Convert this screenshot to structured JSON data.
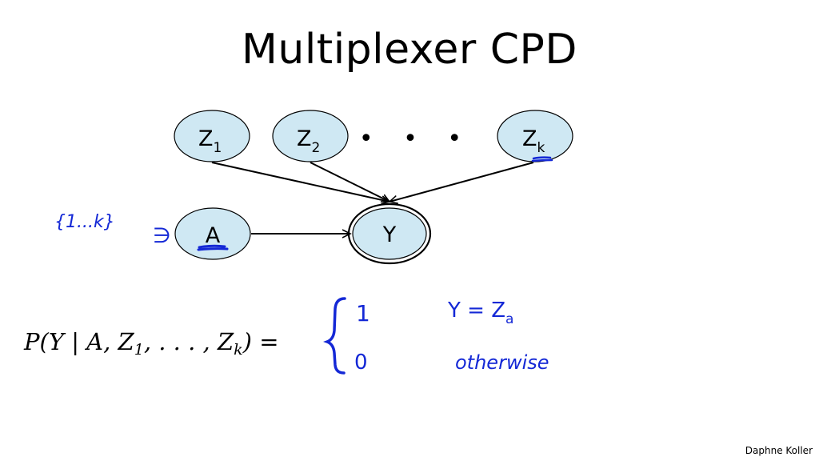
{
  "slide": {
    "title": "Multiplexer CPD",
    "author": "Daphne Koller"
  },
  "nodes": {
    "z1": {
      "base": "Z",
      "sub": "1"
    },
    "z2": {
      "base": "Z",
      "sub": "2"
    },
    "ellipsis": "• • •",
    "zk": {
      "base": "Z",
      "sub": "k"
    },
    "a": {
      "label": "A"
    },
    "y": {
      "label": "Y"
    }
  },
  "formula": {
    "lhs_p": "P",
    "lhs_open": "(Y | A, Z",
    "lhs_sub1": "1",
    "lhs_mid": ", . . . , Z",
    "lhs_subk": "k",
    "lhs_close": ") ="
  },
  "annotations": {
    "domain_set": "{1...k}",
    "element_of": "∋",
    "case_one_value": "1",
    "case_one_condition": "Y = Z",
    "case_one_condition_sub": "a",
    "case_zero_value": "0",
    "case_zero_condition": "otherwise"
  },
  "colors": {
    "node_fill": "#cfe8f3",
    "node_stroke": "#000000",
    "ink": "#1428d6",
    "text": "#000000"
  }
}
